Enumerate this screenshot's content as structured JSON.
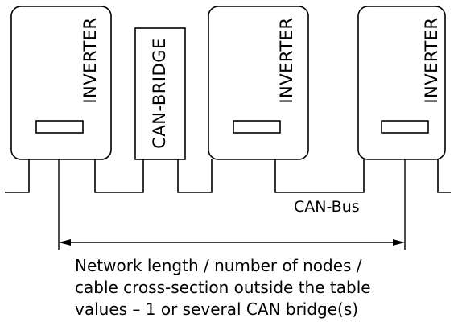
{
  "diagram": {
    "devices": [
      {
        "kind": "inverter",
        "label": "INVERTER"
      },
      {
        "kind": "can_bridge",
        "label": "CAN-BRIDGE"
      },
      {
        "kind": "inverter",
        "label": "INVERTER"
      },
      {
        "kind": "inverter",
        "label": "INVERTER"
      }
    ],
    "bus_label": "CAN-Bus",
    "caption_lines": [
      "Network length / number of nodes /",
      "cable cross-section outside the table",
      "values – 1 or several CAN bridge(s)"
    ]
  }
}
